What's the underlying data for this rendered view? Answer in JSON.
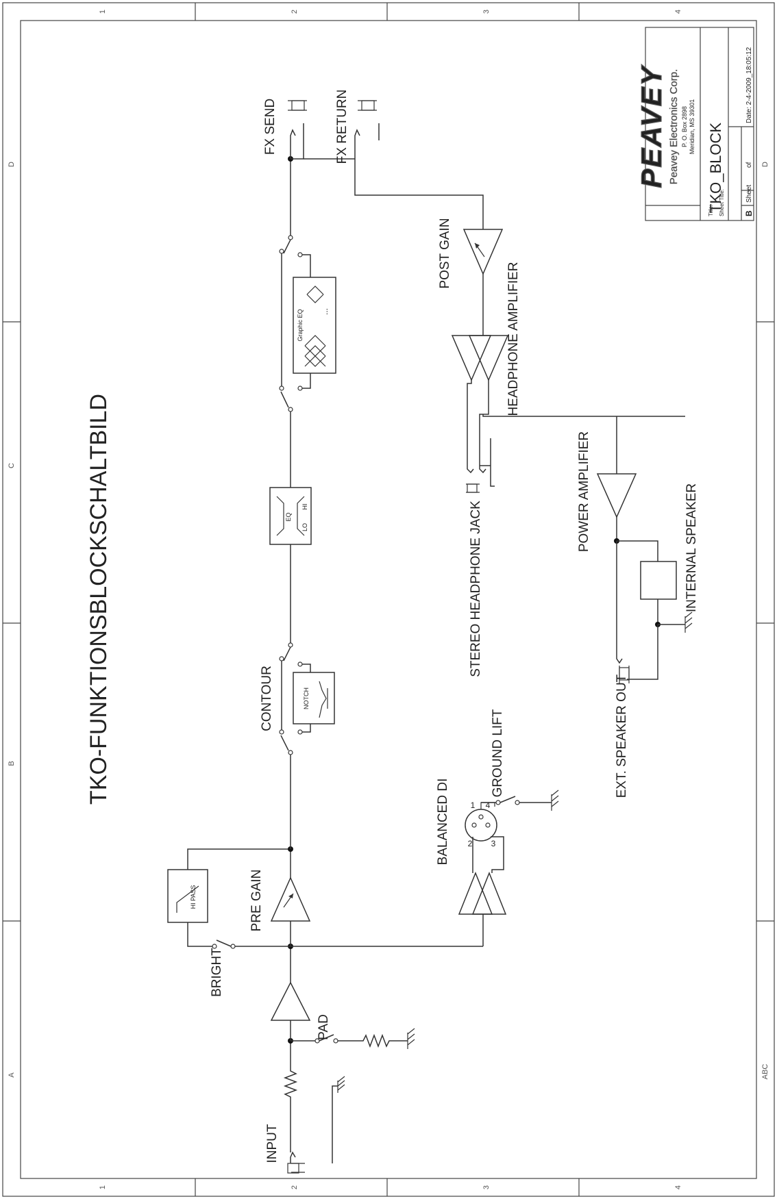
{
  "title": "TKO-FUNKTIONSBLOCKSCHALTBILD",
  "labels": {
    "input": "INPUT",
    "pad": "PAD",
    "bright": "BRIGHT",
    "pre_gain": "PRE GAIN",
    "hi_pass": "HI PASS",
    "balanced_di": "BALANCED DI",
    "ground_lift": "GROUND LIFT",
    "contour": "CONTOUR",
    "notch": "NOTCH",
    "eq": "EQ",
    "eq_lo": "LO",
    "eq_hi": "HI",
    "graphic_eq": "Graphic EQ",
    "graphic_eq_dots": "...",
    "fx_send": "FX SEND",
    "fx_return": "FX RETURN",
    "post_gain": "POST GAIN",
    "headphone_amplifier": "HEADPHONE AMPLIFIER",
    "stereo_headphone_jack": "STEREO HEADPHONE JACK",
    "power_amplifier": "POWER AMPLIFIER",
    "internal_speaker": "INTERNAL SPEAKER",
    "ext_speaker_out": "EXT. SPEAKER OUT",
    "xlr_pin_1": "1",
    "xlr_pin_2": "2",
    "xlr_pin_3": "3",
    "xlr_pin_4": "4"
  },
  "title_block": {
    "logo": "PEAVEY",
    "company": "Peavey Electronics Corp.",
    "po_box": "P. O. Box 2898",
    "city": "Meridian, MS 39301",
    "title_caption": "Title:",
    "sheet_title_caption": "Sheet Title:",
    "sheet_name": "TKO_BLOCK",
    "size": "B",
    "sheet_caption": "Sheet",
    "of_caption": "of",
    "date": "Date: 2-4-2009_18:05:12"
  },
  "zones": {
    "cols": [
      "1",
      "2",
      "3",
      "4"
    ],
    "rows": [
      "A",
      "B",
      "C",
      "D"
    ],
    "corner": "ABC"
  }
}
